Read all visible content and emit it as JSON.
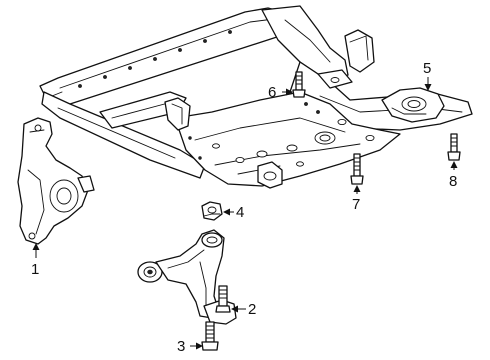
{
  "diagram": {
    "callouts": [
      {
        "id": "1",
        "label": "1",
        "part": "steering-knuckle"
      },
      {
        "id": "2",
        "label": "2",
        "part": "ball-joint-stud"
      },
      {
        "id": "3",
        "label": "3",
        "part": "lower-arm-bolt"
      },
      {
        "id": "4",
        "label": "4",
        "part": "lock-nut"
      },
      {
        "id": "5",
        "label": "5",
        "part": "engine-mount-bracket"
      },
      {
        "id": "6",
        "label": "6",
        "part": "cradle-bolt-upper"
      },
      {
        "id": "7",
        "label": "7",
        "part": "cradle-bolt-center"
      },
      {
        "id": "8",
        "label": "8",
        "part": "cradle-bolt-right"
      }
    ]
  }
}
